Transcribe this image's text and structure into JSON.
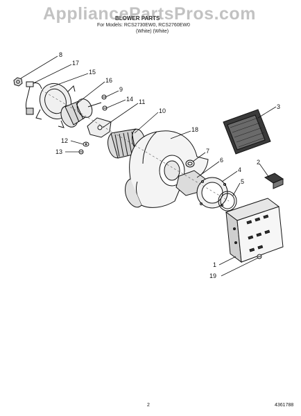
{
  "watermark": "AppliancePartsPros.com",
  "header": {
    "title": "BLOWER PARTS",
    "models": "For Models: RCS2730EW0, RCS2760EW0",
    "colors": "(White)     (White)"
  },
  "callouts": [
    "8",
    "17",
    "15",
    "16",
    "9",
    "14",
    "11",
    "10",
    "3",
    "18",
    "12",
    "13",
    "7",
    "6",
    "2",
    "4",
    "5",
    "1",
    "19"
  ],
  "footer": {
    "page": "2",
    "part_number": "4361788"
  }
}
